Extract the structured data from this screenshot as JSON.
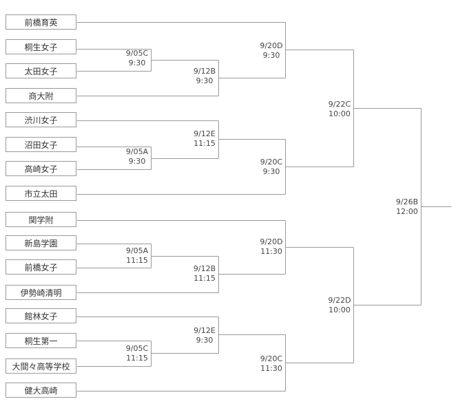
{
  "teams": [
    "前橋育英",
    "桐生女子",
    "太田女子",
    "商大附",
    "渋川女子",
    "沼田女子",
    "高崎女子",
    "市立太田",
    "関学附",
    "新島学園",
    "前橋女子",
    "伊勢崎清明",
    "館林女子",
    "桐生第一",
    "大間々高等学校",
    "健大高崎"
  ],
  "matches": {
    "r0_a": {
      "date": "9/05C",
      "time": "9:30"
    },
    "r0_b": {
      "date": "9/05A",
      "time": "9:30"
    },
    "r0_c": {
      "date": "9/05A",
      "time": "11:15"
    },
    "r0_d": {
      "date": "9/05C",
      "time": "11:15"
    },
    "r1_a": {
      "date": "9/12B",
      "time": "9:30"
    },
    "r1_b": {
      "date": "9/12E",
      "time": "11:15"
    },
    "r1_c": {
      "date": "9/12B",
      "time": "11:15"
    },
    "r1_d": {
      "date": "9/12E",
      "time": "9:30"
    },
    "r2_a": {
      "date": "9/20D",
      "time": "9:30"
    },
    "r2_b": {
      "date": "9/20C",
      "time": "9:30"
    },
    "r2_c": {
      "date": "9/20D",
      "time": "11:30"
    },
    "r2_d": {
      "date": "9/20C",
      "time": "11:30"
    },
    "r3_a": {
      "date": "9/22C",
      "time": "10:00"
    },
    "r3_b": {
      "date": "9/22D",
      "time": "10:00"
    },
    "final": {
      "date": "9/26B",
      "time": "12:00"
    }
  },
  "line_color": "#999999"
}
